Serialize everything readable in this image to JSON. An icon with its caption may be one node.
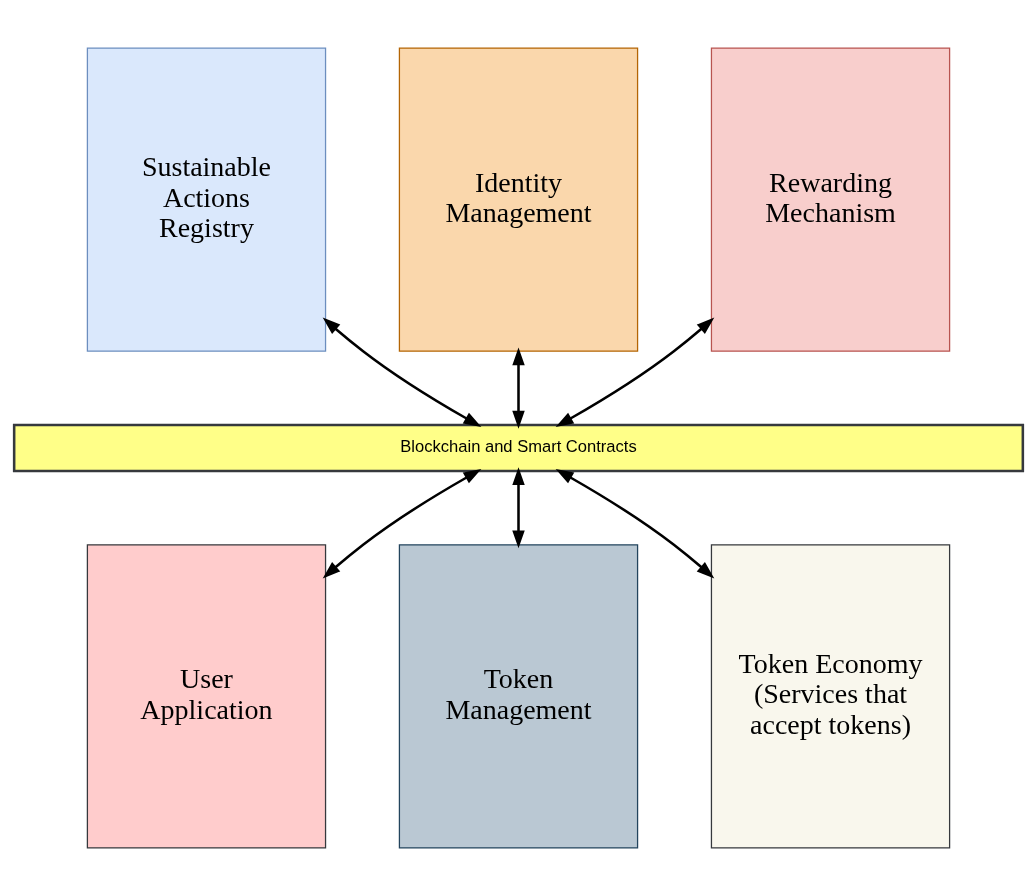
{
  "diagram": {
    "nodes": [
      {
        "text": [
          "Sustainable Actions Registry"
        ]
      },
      {
        "text": [
          "Identity Management"
        ]
      },
      {
        "text": [
          "Rewarding Mechanism"
        ]
      },
      {
        "text": [
          "Blockchain and Smart Contracts"
        ]
      },
      {
        "text": [
          "User Application"
        ]
      },
      {
        "text": [
          "Token Management"
        ]
      },
      {
        "text": [
          "Token Economy (Services that accept tokens)"
        ]
      }
    ],
    "edges": [
      {
        "from": 0,
        "to": 3,
        "arrow": "both"
      },
      {
        "from": 1,
        "to": 3,
        "arrow": "both"
      },
      {
        "from": 2,
        "to": 3,
        "arrow": "both"
      },
      {
        "from": 3,
        "to": 4,
        "arrow": "both"
      },
      {
        "from": 3,
        "to": 5,
        "arrow": "both"
      },
      {
        "from": 3,
        "to": 6,
        "arrow": "both"
      }
    ]
  }
}
